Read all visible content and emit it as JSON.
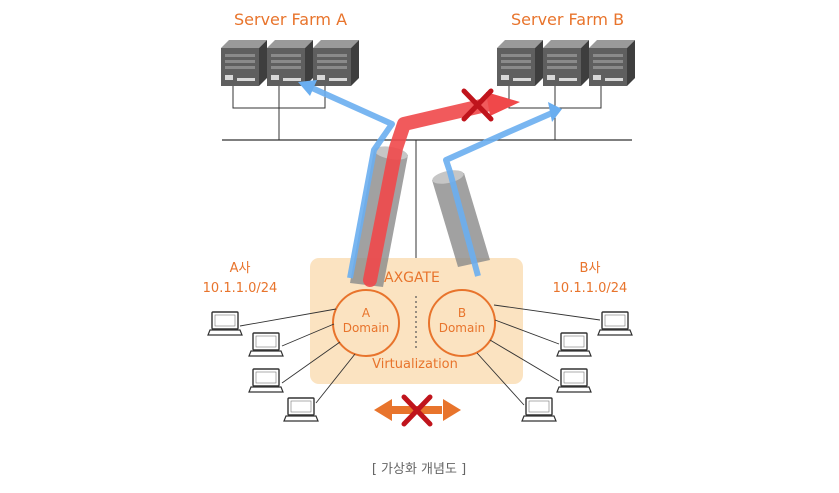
{
  "farms": {
    "a_title": "Server Farm A",
    "b_title": "Server Farm B"
  },
  "orgs": {
    "a": {
      "name": "A사",
      "subnet": "10.1.1.0/24"
    },
    "b": {
      "name": "B사",
      "subnet": "10.1.1.0/24"
    }
  },
  "gateway": {
    "name": "AXGATE",
    "virtualization": "Virtualization",
    "domain_a": {
      "line1": "A",
      "line2": "Domain"
    },
    "domain_b": {
      "line1": "B",
      "line2": "Domain"
    }
  },
  "caption": "[ 가상화 개념도 ]",
  "colors": {
    "accent": "#e8742c",
    "panel": "#fbe3c1",
    "path_a": "#6aaef0",
    "path_red": "#f0484a",
    "blocked": "#c0141c",
    "server": "#5a5a5a"
  },
  "icons": [
    "server-icon",
    "laptop-icon",
    "blocked-x-icon",
    "bidirectional-arrow-icon"
  ]
}
